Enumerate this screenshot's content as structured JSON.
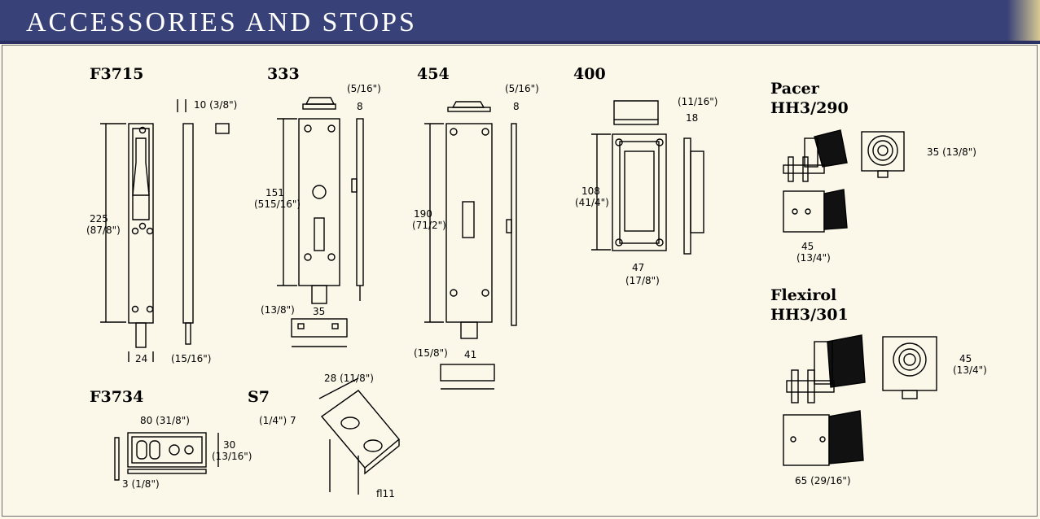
{
  "header": {
    "title": "ACCESSORIES AND STOPS"
  },
  "colors": {
    "header_bg": "#394278",
    "page_bg": "#fcf8e9"
  },
  "products": {
    "f3715": {
      "label": "F3715",
      "dims": {
        "d1": "10 (3/8\")",
        "d2": "225",
        "d3": "(87/8\")",
        "d4": "24",
        "d5": "(15/16\")"
      }
    },
    "p333": {
      "label": "333",
      "dims": {
        "d1": "(5/16\")",
        "d2": "8",
        "d3": "151",
        "d4": "(515/16\")",
        "d5": "(13/8\")",
        "d6": "35"
      }
    },
    "p454": {
      "label": "454",
      "dims": {
        "d1": "(5/16\")",
        "d2": "8",
        "d3": "190",
        "d4": "(71/2\")",
        "d5": "(15/8\")",
        "d6": "41"
      }
    },
    "p400": {
      "label": "400",
      "dims": {
        "d1": "(11/16\")",
        "d2": "18",
        "d3": "108",
        "d4": "(41/4\")",
        "d5": "47",
        "d6": "(17/8\")"
      }
    },
    "pacer": {
      "label1": "Pacer",
      "label2": "HH3/290",
      "dims": {
        "d1": "35 (13/8\")",
        "d2": "45",
        "d3": "(13/4\")"
      }
    },
    "flexirol": {
      "label1": "Flexirol",
      "label2": "HH3/301",
      "dims": {
        "d1": "45",
        "d2": "(13/4\")",
        "d3": "65 (29/16\")"
      }
    },
    "f3734": {
      "label": "F3734",
      "dims": {
        "d1": "80 (31/8\")",
        "d2": "30",
        "d3": "(13/16\")",
        "d4": "3 (1/8\")"
      }
    },
    "s7": {
      "label": "S7",
      "dims": {
        "d1": "28 (11/8\")",
        "d2": "(1/4\") 7",
        "d3": "fl11"
      }
    }
  }
}
